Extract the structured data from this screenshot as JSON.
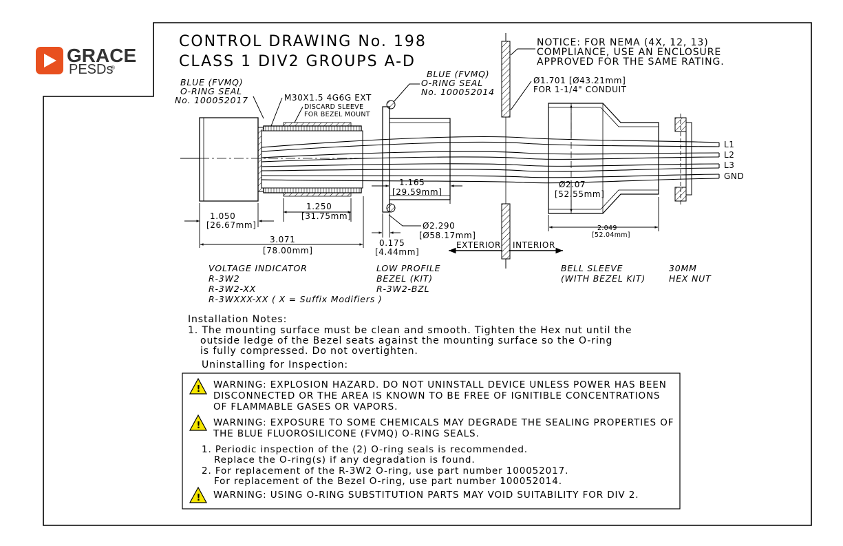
{
  "logo": {
    "name_top": "GRACE",
    "name_bottom": "PESDs",
    "registered": "®",
    "accent_color": "#e8501f"
  },
  "title": {
    "line1": "CONTROL DRAWING No. 198",
    "line2": "CLASS 1 DIV2 GROUPS A-D"
  },
  "notice": {
    "line1": "NOTICE:  FOR NEMA (4X, 12, 13)",
    "line2": "COMPLIANCE, USE AN ENCLOSURE",
    "line3": "APPROVED FOR THE SAME RATING."
  },
  "callouts": {
    "seal_left_1": "BLUE (FVMQ)",
    "seal_left_2": "O-RING SEAL",
    "seal_left_3": "No. 100052017",
    "thread": "M30X1.5 4G6G EXT",
    "sleeve_1": "DISCARD SLEEVE",
    "sleeve_2": "FOR BEZEL MOUNT",
    "seal_right_1": "BLUE (FVMQ)",
    "seal_right_2": "O-RING SEAL",
    "seal_right_3": "No. 100052014",
    "conduit_1": "Ø1.701 [Ø43.21mm]",
    "conduit_2": "FOR 1-1/4\" CONDUIT"
  },
  "wires": [
    "L1",
    "L2",
    "L3",
    "GND"
  ],
  "dimensions": {
    "d1_in": "1.050",
    "d1_mm": "[26.67mm]",
    "d2_in": "1.250",
    "d2_mm": "[31.75mm]",
    "d3_in": "3.071",
    "d3_mm": "[78.00mm]",
    "d4_in": "1.165",
    "d4_mm": "[29.59mm]",
    "d5_in": "Ø2.290",
    "d5_mm": "[Ø58.17mm]",
    "d6_in": "0.175",
    "d6_mm": "[4.44mm]",
    "d7_in": "Ø2.07",
    "d7_mm": "[52.55mm]",
    "d8_in": "2.049",
    "d8_mm": "[52.04mm]"
  },
  "zones": {
    "exterior": "EXTERIOR",
    "interior": "INTERIOR"
  },
  "components": {
    "indicator": [
      "VOLTAGE INDICATOR",
      "R-3W2",
      "R-3W2-XX",
      "R-3WXXX-XX   ( X = Suffix Modifiers )"
    ],
    "bezel": [
      "LOW PROFILE",
      "BEZEL (KIT)",
      "R-3W2-BZL"
    ],
    "sleeve": [
      "BELL SLEEVE",
      "(WITH BEZEL KIT)"
    ],
    "nut": [
      "30MM",
      "HEX NUT"
    ]
  },
  "install_notes": {
    "heading": "Installation Notes:",
    "line1": "1. The mounting surface must be clean and smooth.  Tighten the Hex nut until the",
    "line2": "outside ledge of the Bezel seats against the mounting surface so the O-ring",
    "line3": "is fully compressed.   Do not overtighten.",
    "uninstall": "Uninstalling for Inspection:"
  },
  "warnings": {
    "w1_line1": "WARNING: EXPLOSION HAZARD.   DO NOT UNINSTALL DEVICE UNLESS POWER HAS BEEN",
    "w1_line2": "DISCONNECTED OR THE AREA IS KNOWN TO BE FREE OF IGNITIBLE CONCENTRATIONS",
    "w1_line3": "OF FLAMMABLE GASES OR VAPORS.",
    "w2_line1": "WARNING: EXPOSURE TO SOME CHEMICALS MAY DEGRADE THE SEALING PROPERTIES OF",
    "w2_line2": "THE BLUE FLUOROSILICONE (FVMQ) O-RING SEALS.",
    "p1_line1": "1. Periodic inspection of the (2) O-ring seals is recommended.",
    "p1_line2": "Replace the O-ring(s) if any degradation is found.",
    "p2_line1": "2. For replacement of the R-3W2 O-ring, use part number 100052017.",
    "p2_line2": "For replacement of the Bezel O-ring, use part number 100052014.",
    "w3_line1": "WARNING: USING O-RING SUBSTITUTION PARTS MAY VOID SUITABILITY FOR DIV 2."
  },
  "colors": {
    "warning_fill": "#f5e600",
    "line": "#000000"
  }
}
